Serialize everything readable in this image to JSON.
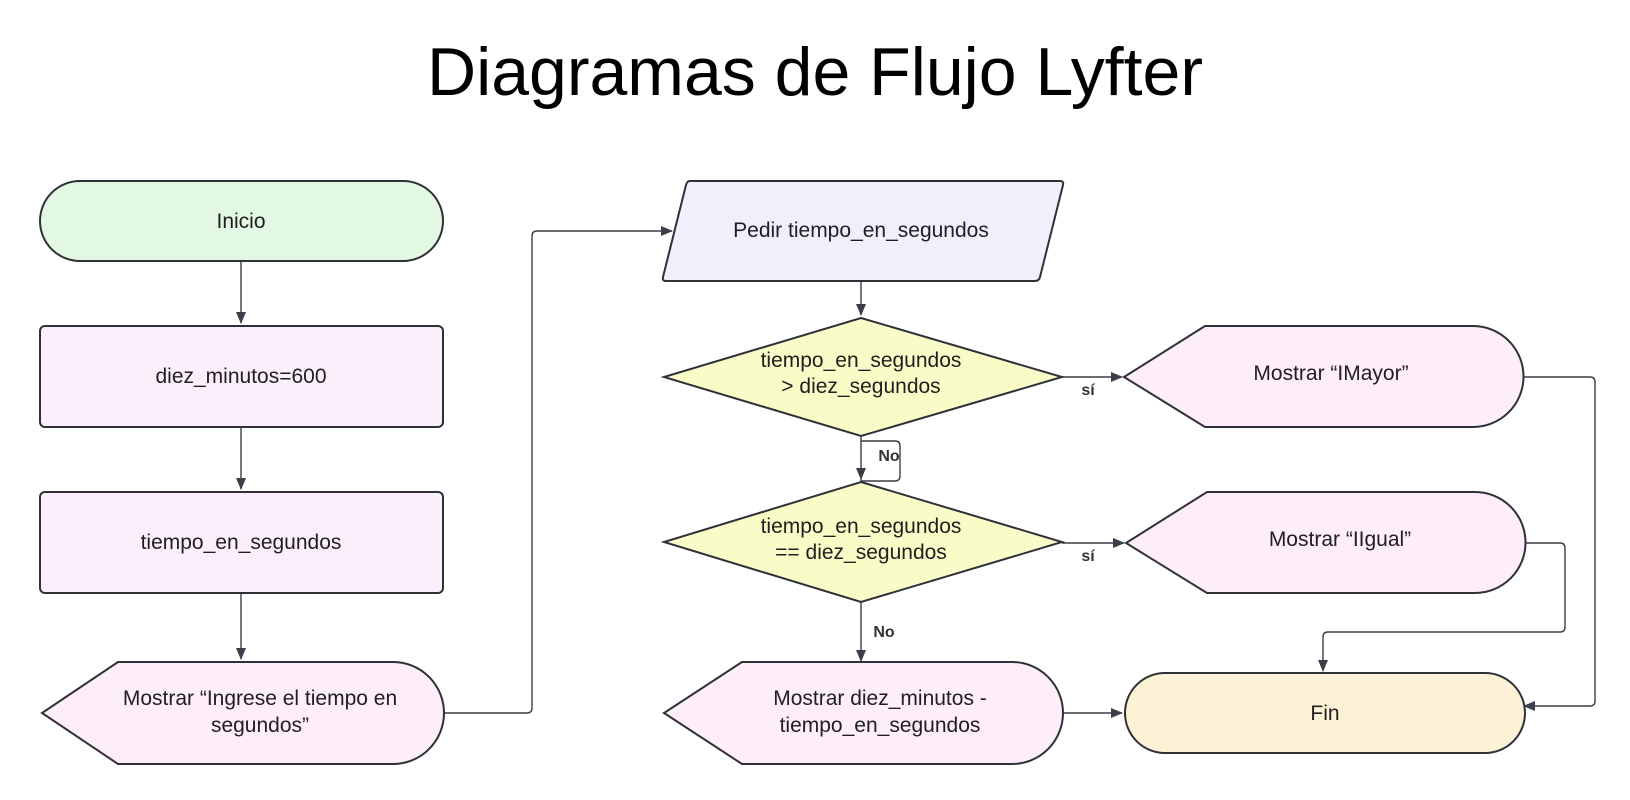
{
  "title": "Diagramas de Flujo Lyfter",
  "colors": {
    "start": "#e2f8e2",
    "process": "#fbeffb",
    "input": "#eff0fc",
    "decision": "#fafcc8",
    "display": "#fdeef9",
    "end": "#fdf2d6",
    "stroke": "#2f3138"
  },
  "nodes": {
    "inicio": "Inicio",
    "diez_minutos": "diez_minutos=600",
    "tiempo": "tiempo_en_segundos",
    "mostrar_ingrese": [
      "Mostrar “Ingrese el tiempo en",
      "segundos”"
    ],
    "pedir": "Pedir tiempo_en_segundos",
    "decision_mayor": [
      "tiempo_en_segundos",
      "> diez_segundos"
    ],
    "decision_igual": [
      "tiempo_en_segundos",
      "== diez_segundos"
    ],
    "mostrar_mayor": "Mostrar “IMayor”",
    "mostrar_igual": "Mostrar “IIgual”",
    "mostrar_diferencia": [
      "Mostrar diez_minutos -",
      "tiempo_en_segundos"
    ],
    "fin": "Fin"
  },
  "edge_labels": {
    "si_1": "sí",
    "no_1": "No",
    "si_2": "sí",
    "no_2": "No"
  }
}
